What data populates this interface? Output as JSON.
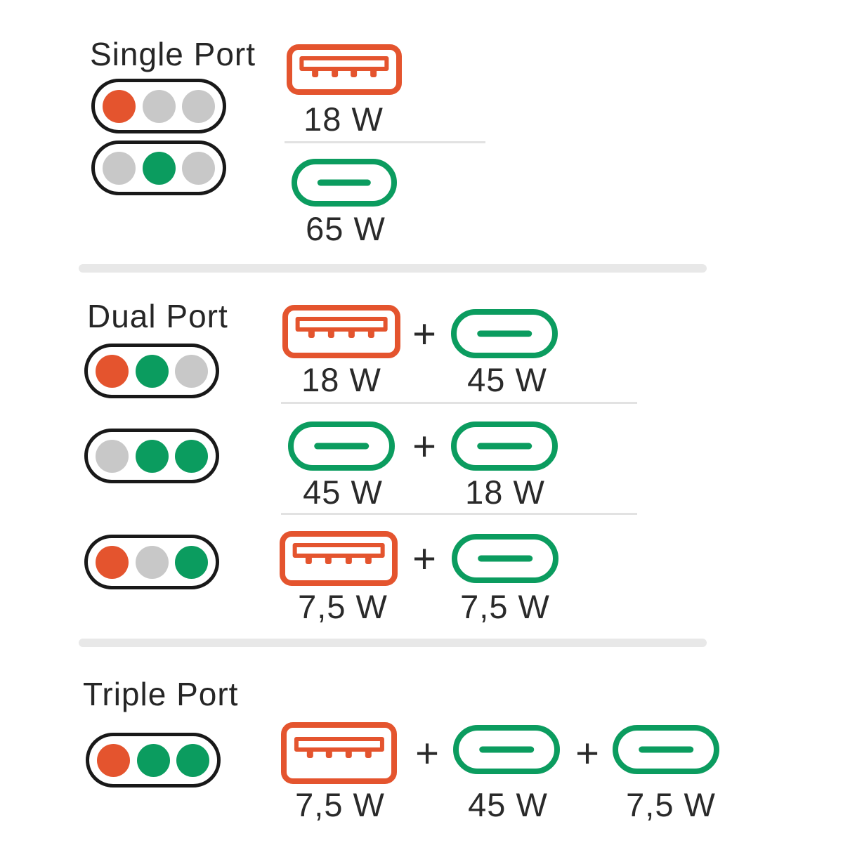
{
  "colors": {
    "usb_a_orange": "#E4542E",
    "usb_c_green": "#0B9C5F",
    "inactive_dot_gray": "#C8C8C8",
    "pill_outline": "#191919",
    "row_divider": "#E2E2E2",
    "section_divider": "#E8E8E8",
    "text": "#2A2A2A"
  },
  "plus_sign": "+",
  "sections": [
    {
      "title": "Single Port",
      "rows": [
        {
          "indicator": [
            "orange",
            "gray",
            "gray"
          ],
          "ports": [
            {
              "type": "usb-a",
              "watts": "18 W"
            }
          ]
        },
        {
          "indicator": [
            "gray",
            "green",
            "gray"
          ],
          "ports": [
            {
              "type": "usb-c",
              "watts": "65 W"
            }
          ]
        }
      ]
    },
    {
      "title": "Dual Port",
      "rows": [
        {
          "indicator": [
            "orange",
            "green",
            "gray"
          ],
          "ports": [
            {
              "type": "usb-a",
              "watts": "18 W"
            },
            {
              "type": "usb-c",
              "watts": "45 W"
            }
          ]
        },
        {
          "indicator": [
            "gray",
            "green",
            "green"
          ],
          "ports": [
            {
              "type": "usb-c",
              "watts": "45 W"
            },
            {
              "type": "usb-c",
              "watts": "18 W"
            }
          ]
        },
        {
          "indicator": [
            "orange",
            "gray",
            "green"
          ],
          "ports": [
            {
              "type": "usb-a",
              "watts": "7,5 W"
            },
            {
              "type": "usb-c",
              "watts": "7,5 W"
            }
          ]
        }
      ]
    },
    {
      "title": "Triple Port",
      "rows": [
        {
          "indicator": [
            "orange",
            "green",
            "green"
          ],
          "ports": [
            {
              "type": "usb-a",
              "watts": "7,5 W"
            },
            {
              "type": "usb-c",
              "watts": "45 W"
            },
            {
              "type": "usb-c",
              "watts": "7,5 W"
            }
          ]
        }
      ]
    }
  ]
}
